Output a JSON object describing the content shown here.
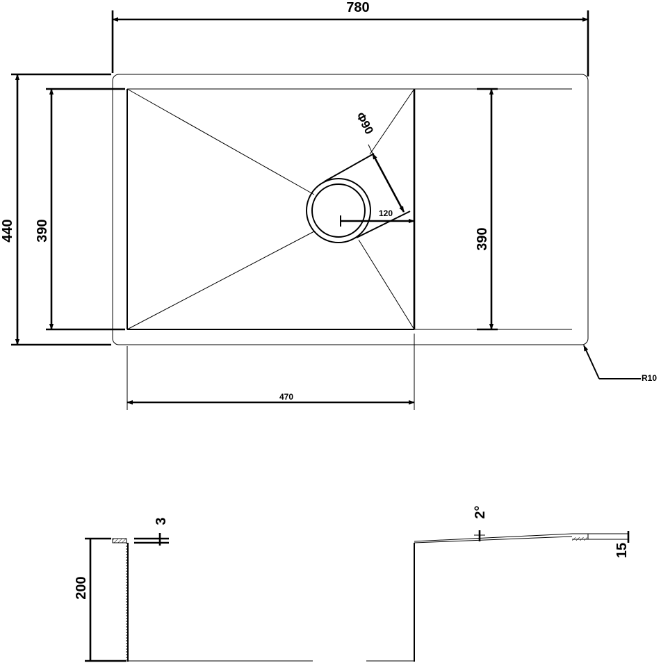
{
  "top_view": {
    "overall_width": "780",
    "overall_depth": "440",
    "bowl_depth_left": "390",
    "bowl_depth_right": "390",
    "bowl_width": "470",
    "drain_diameter": "Φ90",
    "drain_offset": "120",
    "corner_radius": "R10"
  },
  "section_view": {
    "bowl_height": "200",
    "wall_thickness": "3",
    "drainboard_angle": "2°",
    "drainboard_height": "15"
  },
  "colors": {
    "line": "#000000",
    "background": "#ffffff"
  }
}
